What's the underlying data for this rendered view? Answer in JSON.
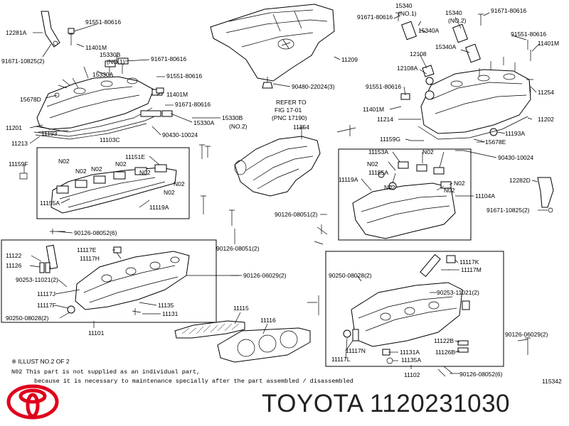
{
  "labels": {
    "l12281A": "12281A",
    "l91551_a": "91551-80616",
    "l11401M_a": "11401M",
    "l15330B": "15330B",
    "l15330Bno1": "(NO.1)",
    "l91671_a": "91671-80616",
    "l91671_10825_a": "91671-10825(2)",
    "l15330A_a": "15330A",
    "l91551_b": "91551-80616",
    "l11401M_b": "11401M",
    "l15678D": "15678D",
    "l91671_b": "91671-80616",
    "l15330A_b": "15330A",
    "l15330B_b": "15330B",
    "l15330Bno2": "(NO.2)",
    "l11201": "11201",
    "l11193": "11193",
    "l90430_a": "90430-10024",
    "l11213": "11213",
    "l11103C": "11103C",
    "l11159F": "11159F",
    "l11151E": "11151E",
    "lN02_1": "N02",
    "lN02_2": "N02",
    "lN02_3": "N02",
    "lN02_4": "N02",
    "lN02_5": "N02",
    "lN02_6": "N02",
    "lN02_7": "N02",
    "l11155A_a": "11155A",
    "l11119A_a": "11119A",
    "l90126_08052_a": "90126-08052(6)",
    "l90126_08051_a": "90126-08051(2)",
    "l11122": "11122",
    "l11126": "11126",
    "l11117E": "11117E",
    "l11117H": "11117H",
    "l90253_a": "90253-11021(2)",
    "l90126_06029_a": "90126-06029(2)",
    "l11117J": "11117J",
    "l11117F": "11117F",
    "l11135": "11135",
    "l11131": "11131",
    "l90250_a": "90250-08028(2)",
    "l11101": "11101",
    "l11209": "11209",
    "l90480": "90480-22024(3)",
    "lRefer1": "REFER TO",
    "lRefer2": "FIG 17-01",
    "lRefer3": "(PNC 17190)",
    "l11254_a": "11254",
    "l11115": "11115",
    "l11116": "11116",
    "l91671_c": "91671-80616",
    "l15340_a": "15340",
    "l15340no1": "(NO.1)",
    "l15340_b": "15340",
    "l15340no2": "(NO.2)",
    "l91671_d": "91671-80616",
    "l15340A_a": "15340A",
    "l15340A_b": "15340A",
    "l91551_c": "91551-80616",
    "l11401M_c": "11401M",
    "l12108_a": "12108",
    "l12108A": "12108A",
    "l91551_d": "91551-80616",
    "l11254_b": "11254",
    "l11401M_d": "11401M",
    "l11214": "11214",
    "l11202": "11202",
    "l11193A": "11193A",
    "l15678E": "15678E",
    "l11159G": "11159G",
    "l11153A": "11153A",
    "lN02_8": "N02",
    "lN02_9": "N02",
    "lN02_10": "N02",
    "lN02_11": "N02",
    "l90430_b": "90430-10024",
    "l11155A_b": "11155A",
    "l11119A_b": "11119A",
    "l11104A": "11104A",
    "l12282D": "12282D",
    "l91671_10825_b": "91671-10825(2)",
    "l90126_08051_b": "90126-08051(2)",
    "l11117K": "11117K",
    "l11117M": "11117M",
    "l90250_b": "90250-08028(2)",
    "l90253_b": "90253-11021(2)",
    "l90126_06029_b": "90126-06029(2)",
    "l11122B": "11122B",
    "l11126B": "11126B",
    "l11117N": "11117N",
    "l11131A": "11131A",
    "l11135A": "11135A",
    "l11117L": "11117L",
    "l11102": "11102",
    "l90126_08052_b": "90126-08052(6)"
  },
  "footer": {
    "illust": "※  ILLUST NO.2 OF 2",
    "note1": "N02 This part is not supplied as an individual part,",
    "note2": "because it is necessary to maintenance specially after the part assembled / disassembled",
    "fig_no": "115342"
  },
  "brand": {
    "text": "TOYOTA 1120231030",
    "logo_color": "#e0001b"
  }
}
